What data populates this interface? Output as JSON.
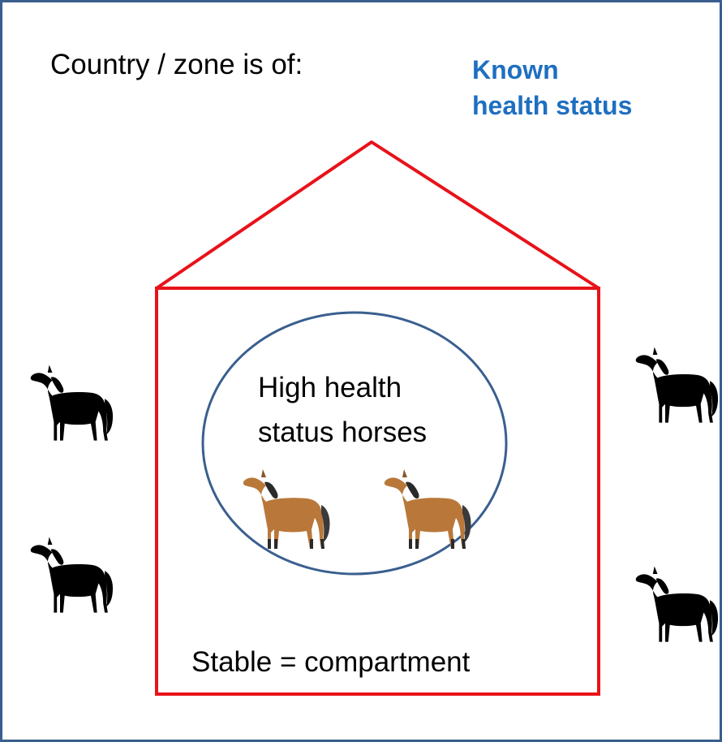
{
  "zone_label": "Country / zone is of:",
  "status": {
    "line1": "Known",
    "line2": "health status"
  },
  "inner_label": {
    "line1": "High health",
    "line2": "status horses"
  },
  "stable_label": "Stable = compartment",
  "colors": {
    "frame": "#3a5f8f",
    "house": "#e8121a",
    "ellipse": "#3a5f8f",
    "status_text": "#1f6fc0",
    "outside_horse": "#000000",
    "inside_horse": "#b9783a"
  },
  "icons": [
    "horse-silhouette-icon",
    "horse-brown-icon"
  ]
}
